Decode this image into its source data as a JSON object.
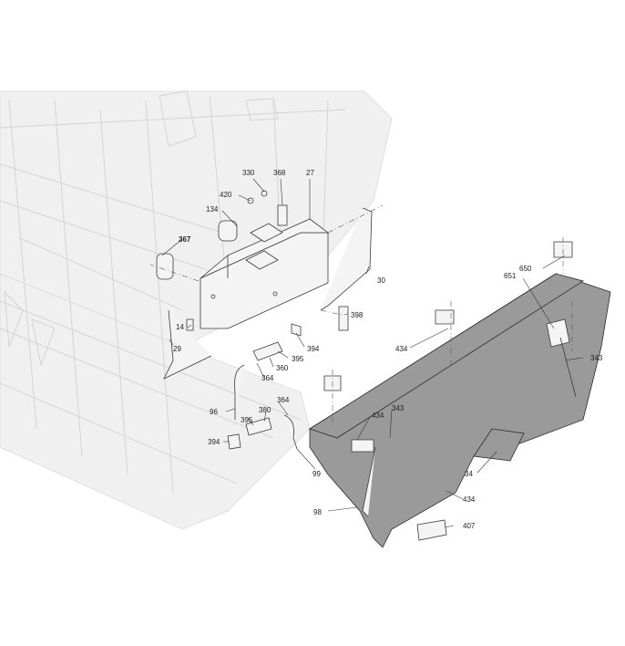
{
  "diagram": {
    "callouts": [
      {
        "id": "callout-330",
        "text": "330",
        "bold": false
      },
      {
        "id": "callout-368",
        "text": "368",
        "bold": false
      },
      {
        "id": "callout-27",
        "text": "27",
        "bold": false
      },
      {
        "id": "callout-420",
        "text": "420",
        "bold": false
      },
      {
        "id": "callout-134",
        "text": "134",
        "bold": false
      },
      {
        "id": "callout-367",
        "text": "367",
        "bold": true
      },
      {
        "id": "callout-30",
        "text": "30",
        "bold": false
      },
      {
        "id": "callout-398",
        "text": "398",
        "bold": false
      },
      {
        "id": "callout-14",
        "text": "14",
        "bold": false
      },
      {
        "id": "callout-29",
        "text": "29",
        "bold": false
      },
      {
        "id": "callout-394a",
        "text": "394",
        "bold": false
      },
      {
        "id": "callout-395a",
        "text": "395",
        "bold": false
      },
      {
        "id": "callout-360",
        "text": "360",
        "bold": false
      },
      {
        "id": "callout-364a",
        "text": "364",
        "bold": false
      },
      {
        "id": "callout-96",
        "text": "96",
        "bold": false
      },
      {
        "id": "callout-395b",
        "text": "395",
        "bold": false
      },
      {
        "id": "callout-380",
        "text": "380",
        "bold": false
      },
      {
        "id": "callout-364b",
        "text": "364",
        "bold": false
      },
      {
        "id": "callout-394b",
        "text": "394",
        "bold": false
      },
      {
        "id": "callout-99",
        "text": "99",
        "bold": false
      },
      {
        "id": "callout-650",
        "text": "650",
        "bold": false
      },
      {
        "id": "callout-651",
        "text": "651",
        "bold": false
      },
      {
        "id": "callout-343a",
        "text": "343",
        "bold": false
      },
      {
        "id": "callout-434a",
        "text": "434",
        "bold": false
      },
      {
        "id": "callout-343b",
        "text": "343",
        "bold": false
      },
      {
        "id": "callout-434b",
        "text": "434",
        "bold": false
      },
      {
        "id": "callout-34",
        "text": "34",
        "bold": false
      },
      {
        "id": "callout-434c",
        "text": "434",
        "bold": false
      },
      {
        "id": "callout-98",
        "text": "98",
        "bold": false
      },
      {
        "id": "callout-407",
        "text": "407",
        "bold": false
      }
    ],
    "colors": {
      "background": "#ffffff",
      "ghost_frame": "#d8d8d8",
      "tank_body": "#f4f4f4",
      "fender_dark": "#9a9a9a",
      "line": "#333333"
    }
  }
}
